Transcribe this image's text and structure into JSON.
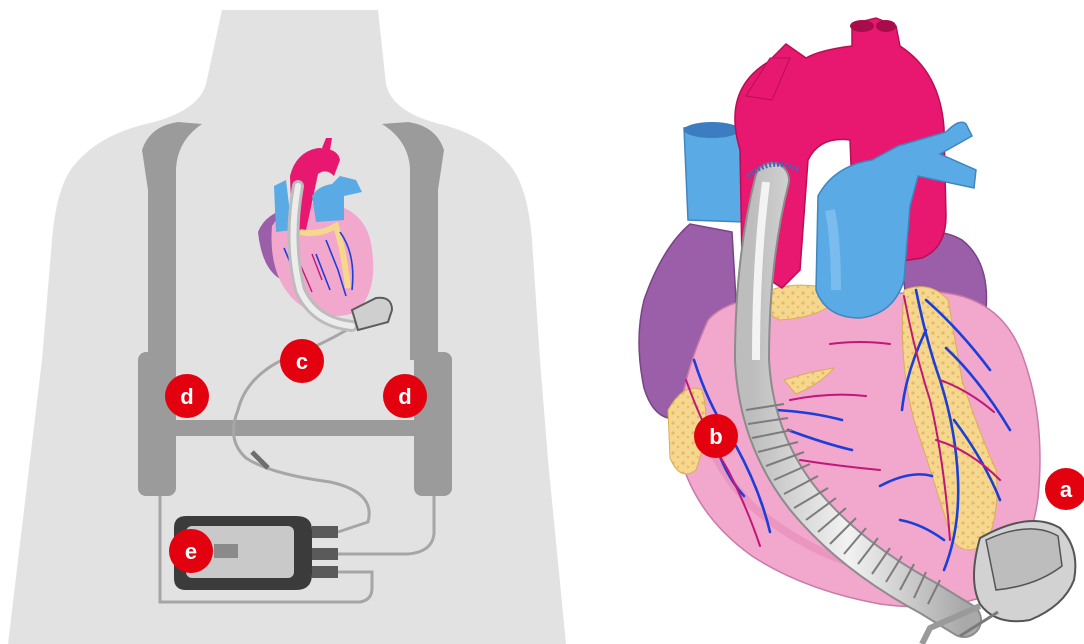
{
  "labels": {
    "a": "a",
    "b": "b",
    "c": "c",
    "d_left": "d",
    "d_right": "d",
    "e": "e"
  },
  "colors": {
    "body_silhouette": "#e2e2e2",
    "harness": "#9b9b9b",
    "label_badge": "#e3000f",
    "aorta": "#e8176f",
    "vena_cava": "#5aaae6",
    "ventricle": "#f2a7cc",
    "atrium": "#9b5ea8",
    "fat": "#f6d78e",
    "vessel": "#1c3fd8",
    "pump_tube": "#d6d6d6",
    "controller": "#3b3b3b"
  }
}
